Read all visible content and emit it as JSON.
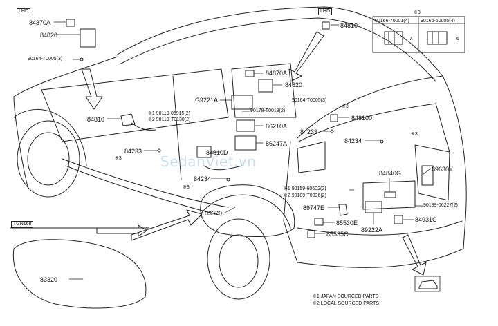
{
  "region_tags": {
    "lhd_left": "LHD",
    "lhd_right": "LHD",
    "tgn": "TGN168"
  },
  "table": {
    "mark": "※3",
    "col1_part": "90166-70001(4)",
    "col1_num": "7",
    "col2_part": "90166-60005(4)",
    "col2_num": "6"
  },
  "parts": {
    "p84870A_top": "84870A",
    "p84820_top": "84820",
    "p90164_left": "90164-T0005(3)",
    "p84810_right": "84810",
    "p84870A_mid": "84870A",
    "p84820_mid": "84820",
    "pG9221A": "G9221A",
    "p90119_06915": "※1 90119-06915(2)",
    "p90119_T0130": "※2 90119-T0130(2)",
    "p90178": "90178-T0018(2)",
    "p90164_mid": "90164-T0005(3)",
    "p84810_left": "84810",
    "p86210A": "86210A",
    "p86247A": "86247A",
    "p84233_upper": "84233",
    "p848100_right": "848100",
    "p84234_right": "84234",
    "p84233_left": "84233",
    "p84810D": "84810D",
    "p84234_left": "84234",
    "p84840G": "84840G",
    "p89630Y": "89630Y",
    "p90159": "※1 90159-60602(2)",
    "p90189_T0036": "※2 90189-T0036(2)",
    "p90189_06227": "90189-06227(2)",
    "p89747E": "89747E",
    "p85530E": "85530E",
    "p85535C": "85535C",
    "p89222A": "89222A",
    "p84931C": "84931C",
    "p83320_main": "83320",
    "p83320_tgn": "83320"
  },
  "star3": "※3",
  "footnotes": {
    "note1": "※1 JAPAN SOURCED PARTS",
    "note2": "※2 LOCAL SOURCED PARTS"
  },
  "watermark": "SedanViet.vn"
}
